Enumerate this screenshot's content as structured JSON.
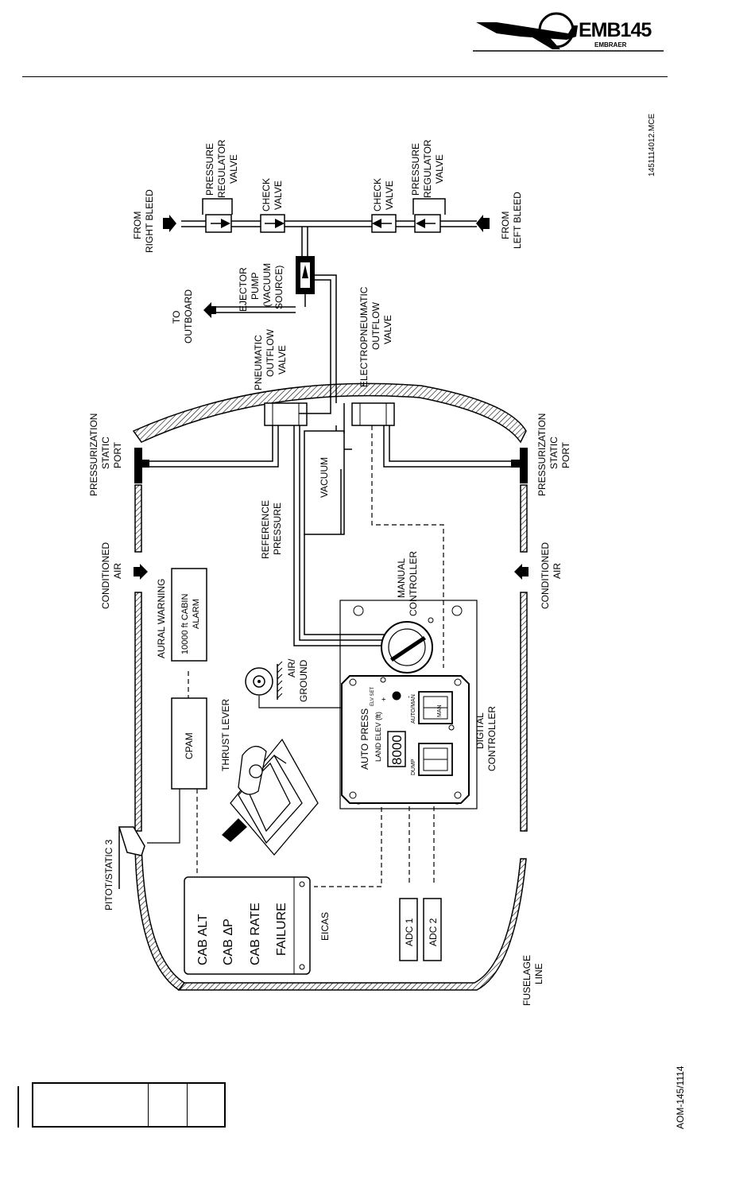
{
  "header": {
    "logo_model": "EMB145",
    "logo_maker": "EMBRAER",
    "drawing_number": "1451114012.MCE"
  },
  "labels": {
    "from_right_bleed": [
      "FROM",
      "RIGHT BLEED"
    ],
    "from_left_bleed": [
      "FROM",
      "LEFT BLEED"
    ],
    "pressure_regulator_valve": [
      "PRESSURE",
      "REGULATOR",
      "VALVE"
    ],
    "check_valve": [
      "CHECK",
      "VALVE"
    ],
    "ejector_pump": [
      "EJECTOR",
      "PUMP",
      "(VACUUM",
      "SOURCE)"
    ],
    "to_outboard": [
      "TO",
      "OUTBOARD"
    ],
    "pneumatic_outflow_valve": [
      "PNEUMATIC",
      "OUTFLOW",
      "VALVE"
    ],
    "electropneumatic_outflow_valve": [
      "ELECTROPNEUMATIC",
      "OUTFLOW",
      "VALVE"
    ],
    "pressurization_static_port": [
      "PRESSURIZATION",
      "STATIC",
      "PORT"
    ],
    "reference_pressure": [
      "REFERENCE",
      "PRESSURE"
    ],
    "vacuum": "VACUUM",
    "conditioned_air": [
      "CONDITIONED",
      "AIR"
    ],
    "aural_warning": "AURAL WARNING",
    "cabin_alarm": [
      "10000 ft CABIN",
      "ALARM"
    ],
    "manual_controller": [
      "MANUAL",
      "CONTROLLER"
    ],
    "air_ground": [
      "AIR/",
      "GROUND"
    ],
    "thrust_lever": "THRUST LEVER",
    "cpam": "CPAM",
    "digital_controller": [
      "DIGITAL",
      "CONTROLLER"
    ],
    "pitot_static": "PITOT/STATIC  3",
    "eicas": "EICAS",
    "eicas_messages": [
      "CAB  ALT",
      "CAB  ΔP",
      "CAB  RATE",
      "FAILURE"
    ],
    "adc1": "ADC  1",
    "adc2": "ADC  2",
    "fuselage_line": [
      "FUSELAGE",
      "LINE"
    ],
    "panel": {
      "title": "AUTO  PRESS",
      "land_elev": "LAND  ELEV  (ft)",
      "elv_set": "ELV SET",
      "digits": "8000",
      "auto_man": "AUTO/MAN",
      "man": "MAN",
      "dump": "DUMP",
      "plus": "+",
      "minus": "-"
    }
  },
  "footer": {
    "page_id": "AOM-145/1114"
  }
}
